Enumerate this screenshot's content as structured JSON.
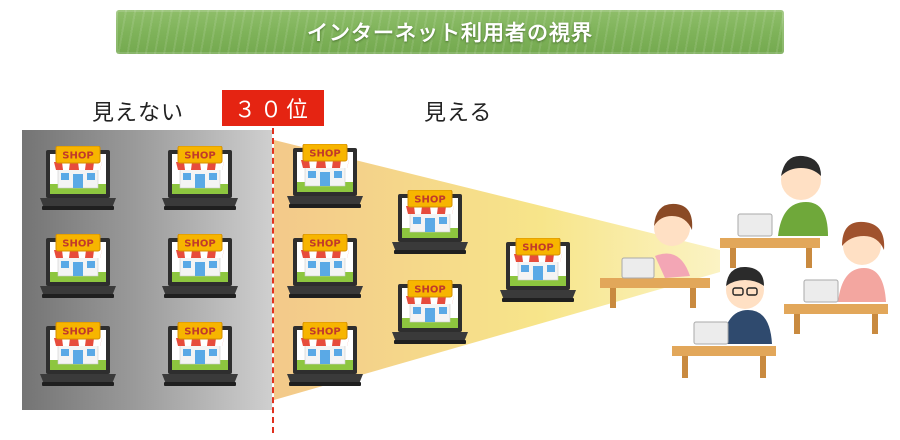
{
  "title": "インターネット利用者の視界",
  "labels": {
    "not_visible": "見えない",
    "rank": "３０位",
    "visible": "見える"
  },
  "shop_sign": "SHOP",
  "colors": {
    "banner": "#7fb35a",
    "rank_badge": "#e52412",
    "divider": "#e0301e",
    "beam": "#f7e58a"
  },
  "shops_hidden": [
    {
      "sign": "SHOP"
    },
    {
      "sign": "SHOP"
    },
    {
      "sign": "SHOP"
    },
    {
      "sign": "SHOP"
    },
    {
      "sign": "SHOP"
    },
    {
      "sign": "SHOP"
    }
  ],
  "shops_visible": [
    {
      "sign": "SHOP"
    },
    {
      "sign": "SHOP"
    },
    {
      "sign": "SHOP"
    },
    {
      "sign": "SHOP"
    },
    {
      "sign": "SHOP"
    },
    {
      "sign": "SHOP"
    }
  ],
  "users": [
    "woman-young",
    "man-green-shirt",
    "man-glasses",
    "woman-older"
  ]
}
